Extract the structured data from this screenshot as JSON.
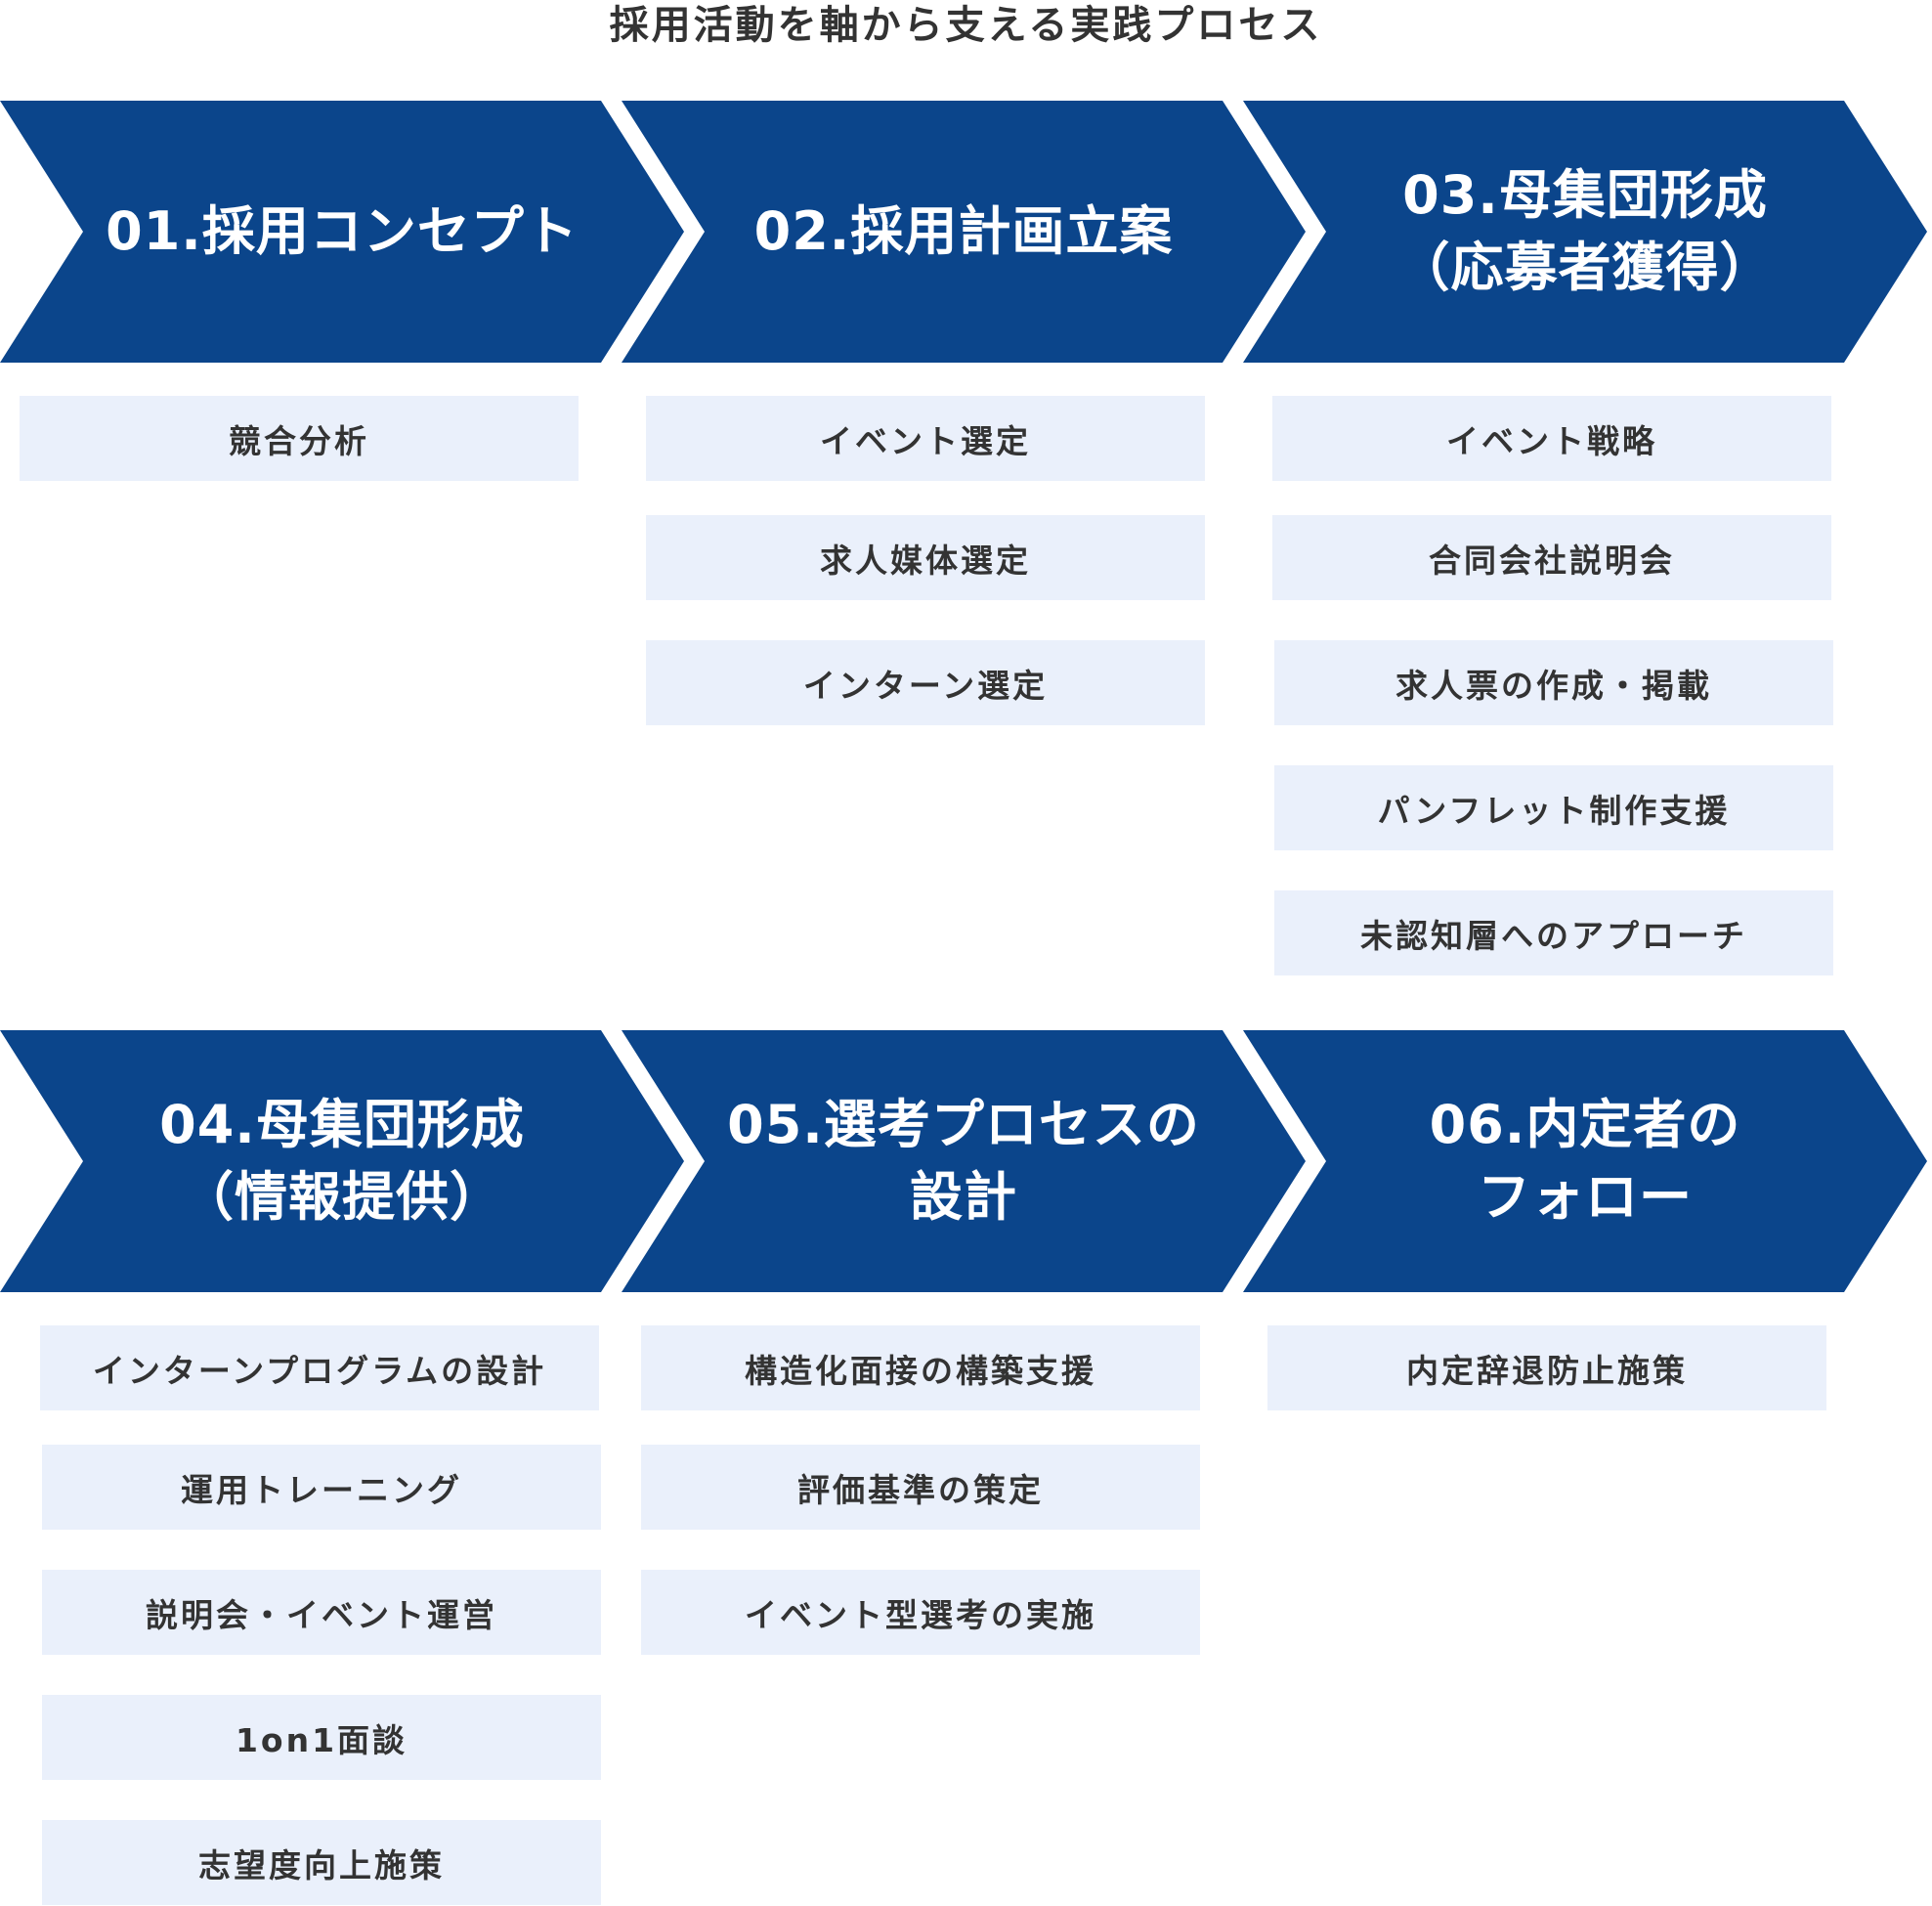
{
  "title": "採用活動を軸から支える実践プロセス",
  "colors": {
    "chevron": "#0b458b",
    "item_bg": "#eaf0fb",
    "text": "#333333"
  },
  "steps": [
    {
      "label": "01.採用コンセプト",
      "items": [
        "競合分析"
      ]
    },
    {
      "label": "02.採用計画立案",
      "items": [
        "イベント選定",
        "求人媒体選定",
        "インターン選定"
      ]
    },
    {
      "label": "03.母集団形成\n（応募者獲得）",
      "items": [
        "イベント戦略",
        "合同会社説明会",
        "求人票の作成・掲載",
        "パンフレット制作支援",
        "未認知層へのアプローチ"
      ]
    },
    {
      "label": "04.母集団形成\n（情報提供）",
      "items": [
        "インターンプログラムの設計",
        "運用トレーニング",
        "説明会・イベント運営",
        "1on1面談",
        "志望度向上施策"
      ]
    },
    {
      "label": "05.選考プロセスの\n設計",
      "items": [
        "構造化面接の構築支援",
        "評価基準の策定",
        "イベント型選考の実施"
      ]
    },
    {
      "label": "06.内定者の\nフォロー",
      "items": [
        "内定辞退防止施策"
      ]
    }
  ]
}
